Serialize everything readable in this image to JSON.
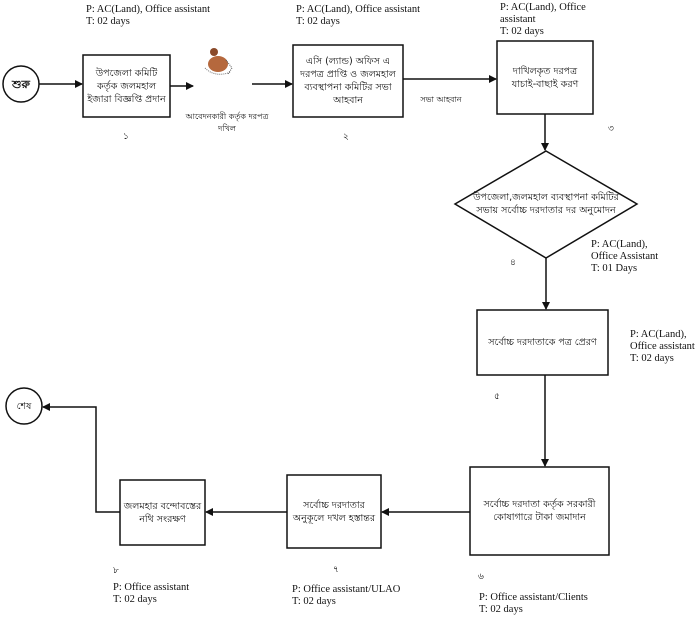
{
  "start_label": "শুরু",
  "end_label": "শেষ",
  "steps": [
    {
      "number": "১",
      "text": "উপজেলা কমিটি কর্তৃক জলমহাল ইজারা বিজ্ঞপ্তি প্রদান",
      "responsible": "P: AC(Land), Office assistant\nT: 02 days"
    },
    {
      "number": "২",
      "text": "এসি (ল্যান্ড) অফিস এ দরপত্র প্রাপ্তি ও জলমহাল ব্যবস্থাপনা কমিটির সভা আহবান",
      "responsible": "P: AC(Land), Office assistant\nT: 02 days"
    },
    {
      "number": "৩",
      "text": "দাখিলকৃত দরপত্র যাচাই-বাছাই করণ",
      "responsible": "P: AC(Land), Office\nassistant\nT: 02 days"
    },
    {
      "number": "৪",
      "text": "উপজেলা,জলমহাল ব্যবস্থাপনা কমিটির সভায় সর্বোচ্চ দরদাতার দর অনুমোদন",
      "responsible": "P:  AC(Land),\n   Office Assistant\nT:  01 Days"
    },
    {
      "number": "৫",
      "text": "সর্বোচ্চ দরদাতাকে পত্র প্রেরণ",
      "responsible": "P: AC(Land),\nOffice assistant\nT: 02 days"
    },
    {
      "number": "৬",
      "text": "সর্বোচ্চ দরদাতা কর্তৃক সরকারী কোষাগারে টাকা জমাদান",
      "responsible": "P: Office assistant/Clients\nT: 02 days"
    },
    {
      "number": "৭",
      "text": "সর্বোচ্চ দরদাতার অনুকূলে দখল হস্তান্তর",
      "responsible": "P: Office assistant/ULAO\nT: 02 days"
    },
    {
      "number": "৮",
      "text": "জলমহার বন্দোবস্তের নথি সংরক্ষণ",
      "responsible": "P: Office assistant\nT: 02 days"
    }
  ],
  "edge_labels": {
    "applicant_submission": "আবেদনকারী কর্তৃক দরপত্র দখিল",
    "meeting_call": "সভা আহবান"
  },
  "icons": {
    "applicant": "person-clipart-icon"
  },
  "colors": {
    "line": "#111111",
    "applicant": "#b5683d"
  }
}
